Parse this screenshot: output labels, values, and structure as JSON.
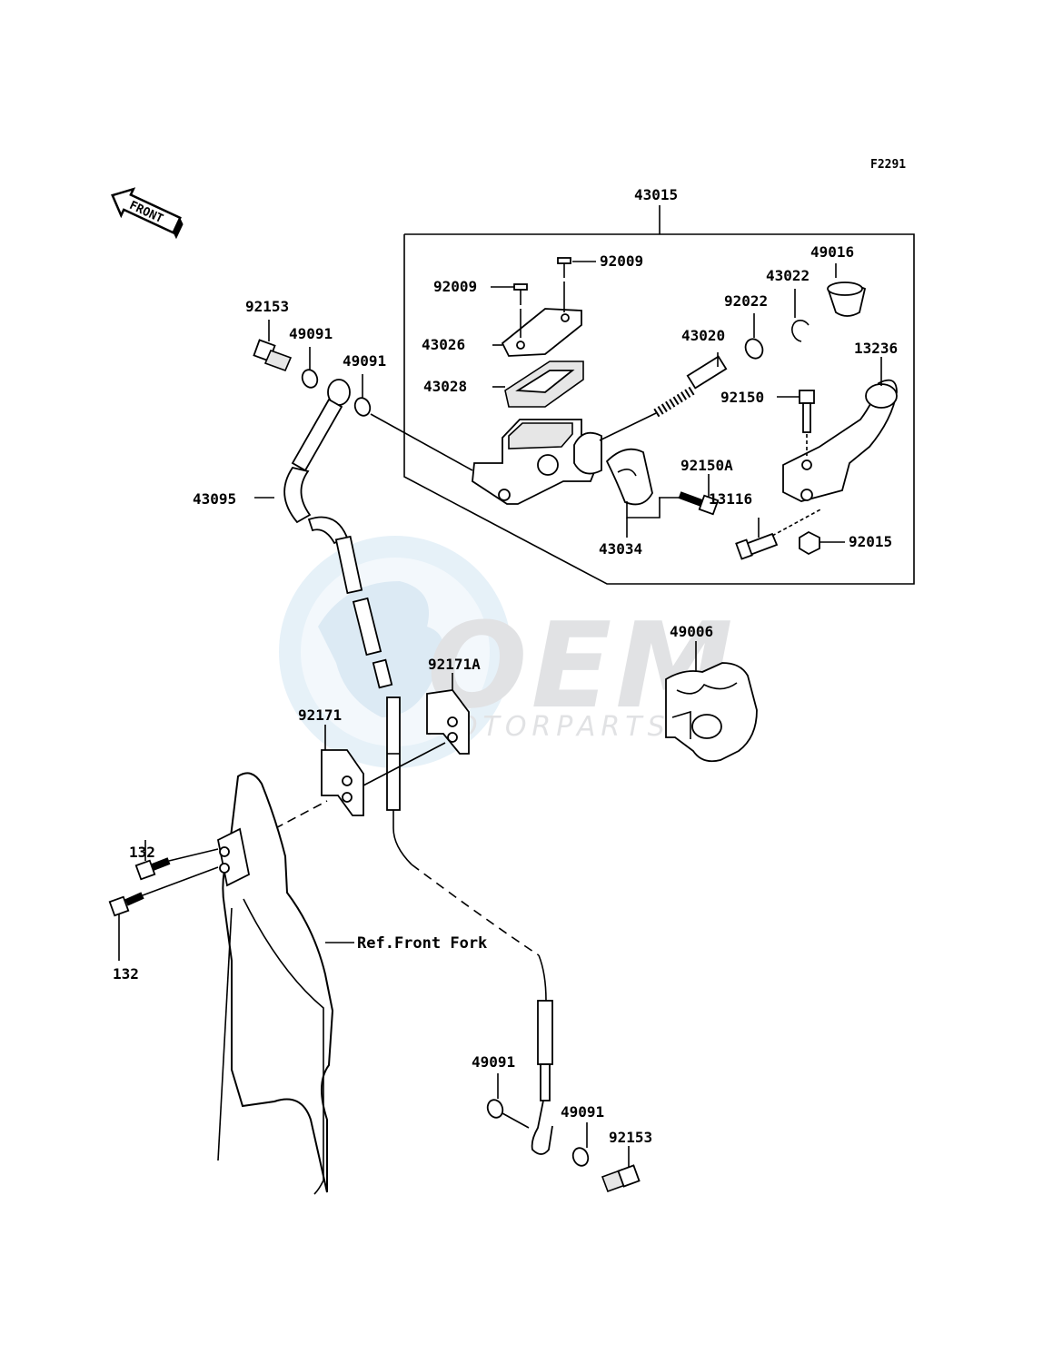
{
  "diagram_code": "F2291",
  "front_indicator": "FRONT",
  "watermark": {
    "brand": "OEM",
    "sub": "MOTORPARTS"
  },
  "reference_label": "Ref.Front Fork",
  "parts": {
    "p43015": "43015",
    "p92009a": "92009",
    "p92009b": "92009",
    "p43026": "43026",
    "p43028": "43028",
    "p43020": "43020",
    "p92022": "92022",
    "p43022": "43022",
    "p49016": "49016",
    "p13236": "13236",
    "p92150": "92150",
    "p92150A": "92150A",
    "p13116": "13116",
    "p92015": "92015",
    "p43034": "43034",
    "p92153a": "92153",
    "p49091a": "49091",
    "p49091b": "49091",
    "p43095": "43095",
    "p49006": "49006",
    "p92171A": "92171A",
    "p92171": "92171",
    "p132a": "132",
    "p132b": "132",
    "p49091c": "49091",
    "p49091d": "49091",
    "p92153b": "92153"
  }
}
